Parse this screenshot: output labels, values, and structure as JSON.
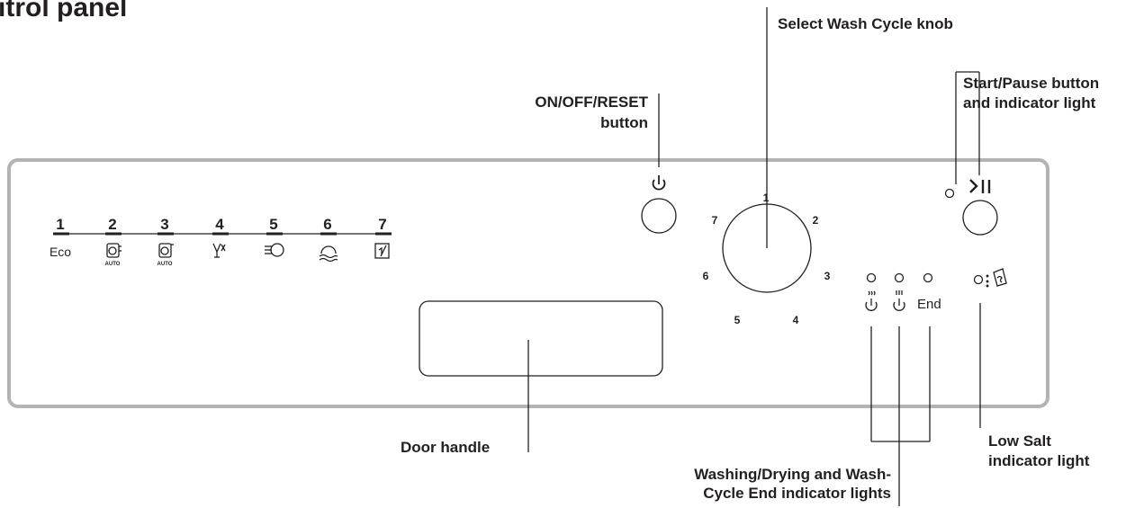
{
  "page": {
    "heading": "itrol panel"
  },
  "callouts": {
    "select_knob": "Select Wash Cycle knob",
    "start_pause_1": "Start/Pause button",
    "start_pause_2": "and indicator light",
    "on_off_1": "ON/OFF/RESET",
    "on_off_2": "button",
    "door_handle": "Door handle",
    "low_salt_1": "Low Salt",
    "low_salt_2": "indicator light",
    "wash_dry_1": "Washing/Drying and Wash-",
    "wash_dry_2": "Cycle End indicator lights"
  },
  "programs": [
    {
      "number": "1",
      "label": "Eco",
      "icon": "eco-text"
    },
    {
      "number": "2",
      "label": "AUTO",
      "icon": "auto-intensive-icon"
    },
    {
      "number": "3",
      "label": "AUTO",
      "icon": "auto-normal-icon"
    },
    {
      "number": "4",
      "label": "",
      "icon": "glass-icon"
    },
    {
      "number": "5",
      "label": "",
      "icon": "rapid-wash-icon"
    },
    {
      "number": "6",
      "label": "",
      "icon": "soak-icon"
    },
    {
      "number": "7",
      "label": "",
      "icon": "half-load-icon"
    }
  ],
  "dial": {
    "numbers": [
      "1",
      "2",
      "3",
      "4",
      "5",
      "6",
      "7"
    ]
  },
  "indicators": {
    "end_label": "End"
  },
  "icons": {
    "power": "power-icon",
    "start_pause": "start-pause-icon",
    "low_salt": "salt-icon"
  },
  "colors": {
    "panel_border": "#b3b3b3",
    "ink": "#231f20"
  }
}
